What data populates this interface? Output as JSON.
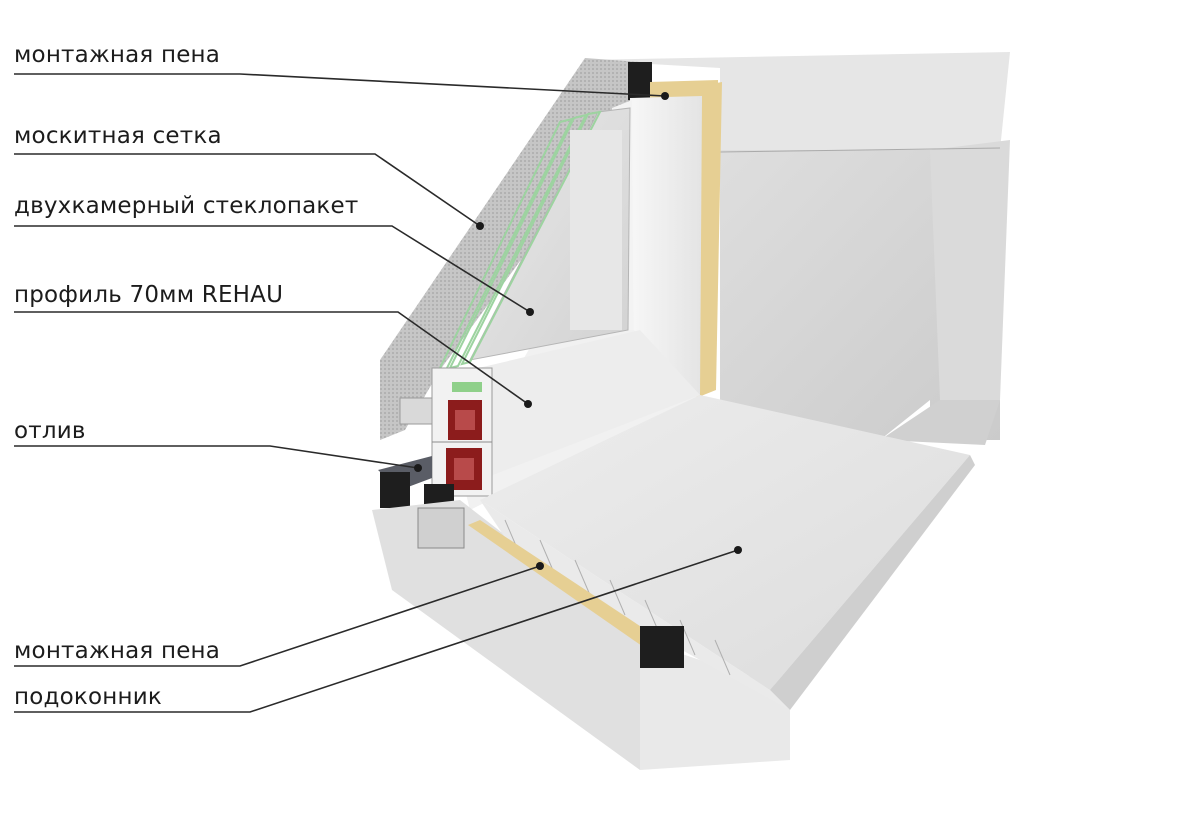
{
  "labels": {
    "foam_top": "монтажная пена",
    "mosquito_net": "москитная сетка",
    "glazing": "двухкамерный стеклопакет",
    "profile": "профиль 70мм  REHAU",
    "drip": "отлив",
    "foam_bottom": "монтажная пена",
    "sill": "подоконник"
  },
  "colors": {
    "wall_light": "#e3e3e3",
    "wall_mid": "#cdcdcd",
    "wall_dark": "#bcbcbc",
    "foam": "#e6cf93",
    "seal_black": "#1e1e1e",
    "profile_red": "#8c1c1c",
    "pvc_white": "#f2f2f2",
    "glass_green": "#9fd09a",
    "leader_line": "#2a2a2a"
  }
}
